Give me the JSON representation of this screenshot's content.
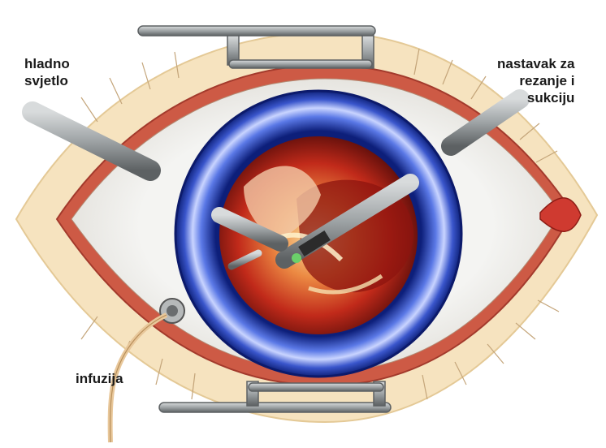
{
  "labels": {
    "cold_light": [
      "hladno",
      "svjetlo"
    ],
    "cutter": [
      "nastavak za",
      "rezanje i",
      "sukciju"
    ],
    "infusion": "infuzija"
  },
  "colors": {
    "skin": "#f6e3bf",
    "lid_rim": "#c0463a",
    "sclera": "#f1f1ef",
    "iris_ring": "#1f3fb8",
    "iris_highlight": "#b9c8ff",
    "retina": "#b8231c",
    "instrument": "#9ea3a5",
    "instrument_dark": "#5d6163"
  }
}
